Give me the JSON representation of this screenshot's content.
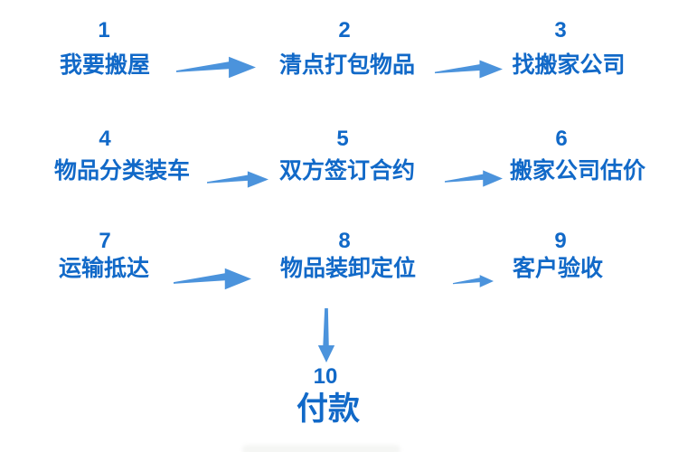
{
  "colors": {
    "text_blue": "#1169c8",
    "arrow_blue": "#4b93dc"
  },
  "steps": [
    {
      "num": "1",
      "label": "我要搬屋"
    },
    {
      "num": "2",
      "label": "清点打包物品"
    },
    {
      "num": "3",
      "label": "找搬家公司"
    },
    {
      "num": "4",
      "label": "物品分类装车"
    },
    {
      "num": "5",
      "label": "双方签订合约"
    },
    {
      "num": "6",
      "label": "搬家公司估价"
    },
    {
      "num": "7",
      "label": "运输抵达"
    },
    {
      "num": "8",
      "label": "物品装卸定位"
    },
    {
      "num": "9",
      "label": "客户验收"
    },
    {
      "num": "10",
      "label": "付款"
    }
  ],
  "connectors": [
    {
      "from": "1",
      "to": "2",
      "direction": "right"
    },
    {
      "from": "2",
      "to": "3",
      "direction": "right"
    },
    {
      "from": "4",
      "to": "5",
      "direction": "right"
    },
    {
      "from": "5",
      "to": "6",
      "direction": "right"
    },
    {
      "from": "7",
      "to": "8",
      "direction": "right"
    },
    {
      "from": "8",
      "to": "9",
      "direction": "right"
    },
    {
      "from": "8",
      "to": "10",
      "direction": "down"
    }
  ]
}
